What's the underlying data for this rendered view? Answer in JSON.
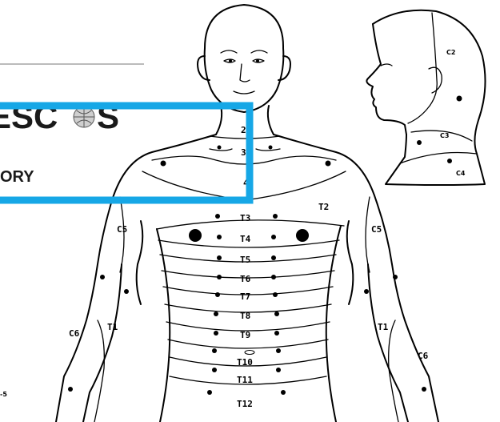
{
  "header": {
    "logo_text": "ESC",
    "logo_text_tail": "S",
    "title_fragment": "ORY",
    "page_fragment": "-5"
  },
  "highlight_color": "#16a7e6",
  "face_labels": {
    "c2": "C2",
    "c3": "C3",
    "c4": "C4"
  },
  "body_labels": {
    "neck_c2": "2",
    "neck_c3": "3",
    "c4": "4",
    "t2": "T2",
    "t3": "T3",
    "t4": "T4",
    "t5": "T5",
    "t6": "T6",
    "t7": "T7",
    "t8": "T8",
    "t9": "T9",
    "t10": "T10",
    "t11": "T11",
    "t12": "T12",
    "c5_left": "C5",
    "c5_right": "C5",
    "c6_left": "C6",
    "c6_right": "C6",
    "t1_left": "T1",
    "t1_right": "T1"
  }
}
